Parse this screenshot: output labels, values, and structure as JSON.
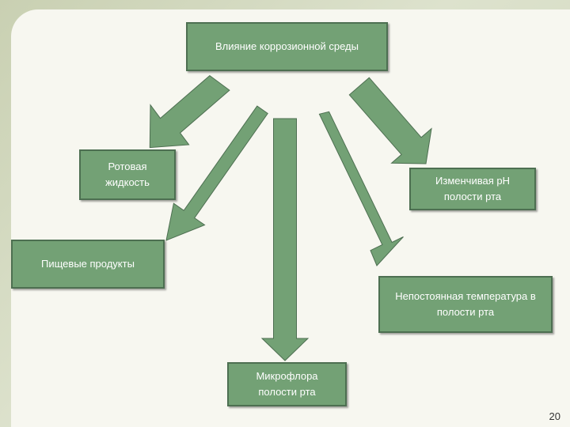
{
  "diagram": {
    "root": "Влияние коррозионной среды",
    "factors": [
      "Ротовая\nжидкость",
      "Изменчивая рН\nполости рта",
      "Пищевые продукты",
      "Непостоянная температура в\nполости рта",
      "Микрофлора\nполости рта"
    ]
  },
  "page_number": "20",
  "colors": {
    "node_fill": "#73a175",
    "node_border": "#4d6f51",
    "arrow_fill": "#73a175",
    "arrow_stroke": "#4d6f51",
    "card_background": "#f7f7f0"
  }
}
